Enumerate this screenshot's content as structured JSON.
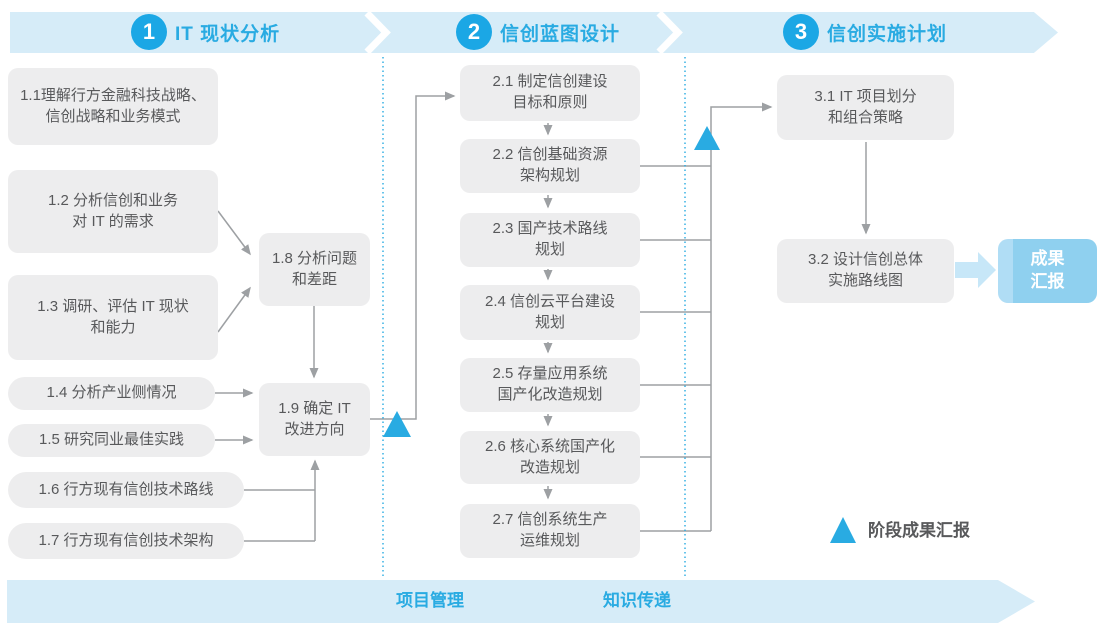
{
  "colors": {
    "accent": "#29abe2",
    "badge_blue": "#1ba7e5",
    "band_light_blue": "#d6ecf8",
    "box_fill": "#ededee",
    "box_text": "#58595b",
    "connector_gray": "#9da0a3",
    "result_fill": "#8fd0ef",
    "result_stripe": "#b0ddf5",
    "thick_arrow": "#c7e7f8"
  },
  "phases": [
    {
      "number": "1",
      "title": "IT 现状分析"
    },
    {
      "number": "2",
      "title": "信创蓝图设计"
    },
    {
      "number": "3",
      "title": "信创实施计划"
    }
  ],
  "boxes": {
    "b1_1": "1.1理解行方金融科技战略、\n信创战略和业务模式",
    "b1_2": "1.2 分析信创和业务\n对 IT 的需求",
    "b1_3": "1.3 调研、评估 IT 现状\n和能力",
    "b1_4": "1.4 分析产业侧情况",
    "b1_5": "1.5 研究同业最佳实践",
    "b1_6": "1.6 行方现有信创技术路线",
    "b1_7": "1.7 行方现有信创技术架构",
    "b1_8": "1.8 分析问题\n和差距",
    "b1_9": "1.9 确定 IT\n改进方向",
    "b2_1": "2.1 制定信创建设\n目标和原则",
    "b2_2": "2.2 信创基础资源\n架构规划",
    "b2_3": "2.3 国产技术路线\n规划",
    "b2_4": "2.4 信创云平台建设\n规划",
    "b2_5": "2.5 存量应用系统\n国产化改造规划",
    "b2_6": "2.6 核心系统国产化\n改造规划",
    "b2_7": "2.7 信创系统生产\n运维规划",
    "b3_1": "3.1 IT 项目划分\n和组合策略",
    "b3_2": "3.2 设计信创总体\n实施路线图"
  },
  "result_box": {
    "label": "成果\n汇报"
  },
  "legend": {
    "label": "阶段成果汇报"
  },
  "bottom_band": {
    "left_label": "项目管理",
    "right_label": "知识传递"
  }
}
